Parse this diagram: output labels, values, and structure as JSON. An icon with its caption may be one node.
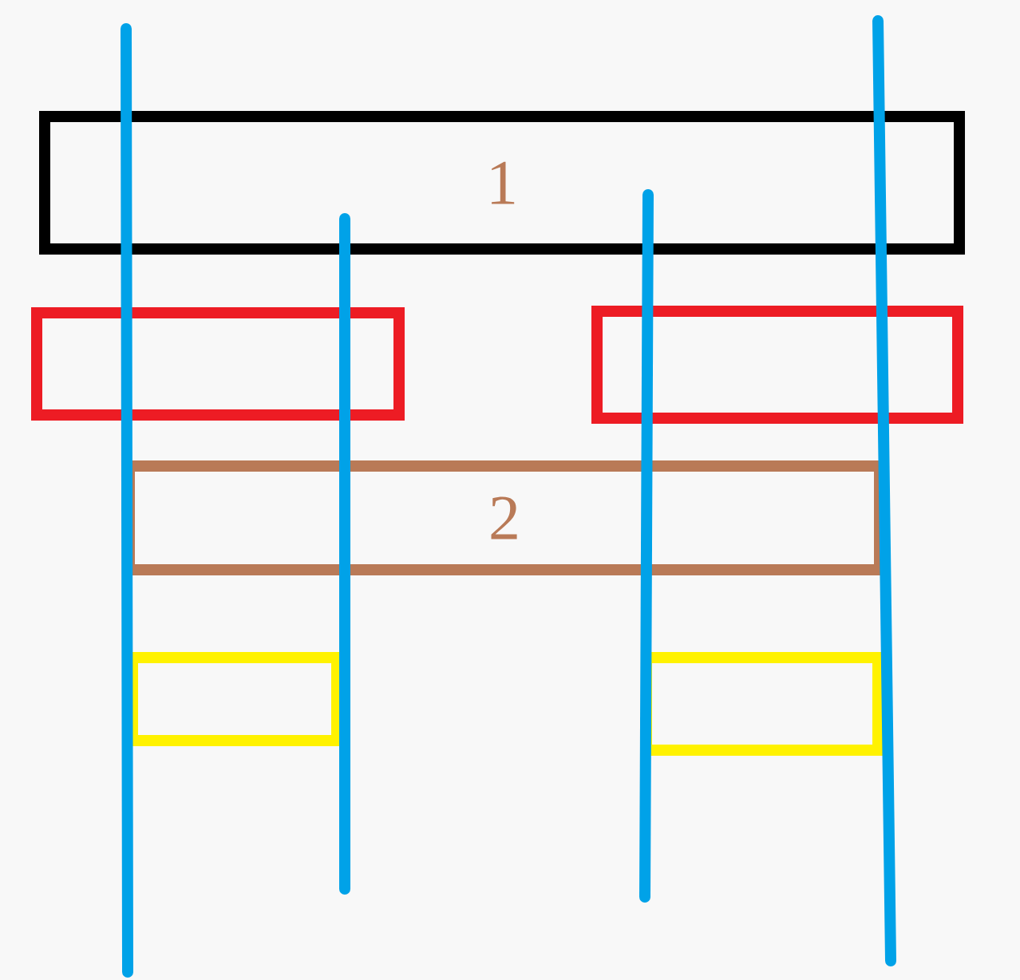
{
  "diagram": {
    "nodes": [
      {
        "text": [
          "1"
        ]
      },
      {
        "text": [],
        "shape": "box"
      },
      {
        "text": [],
        "shape": "box"
      },
      {
        "text": [
          "2"
        ]
      },
      {
        "text": [],
        "shape": "box"
      },
      {
        "text": [],
        "shape": "box"
      }
    ]
  }
}
